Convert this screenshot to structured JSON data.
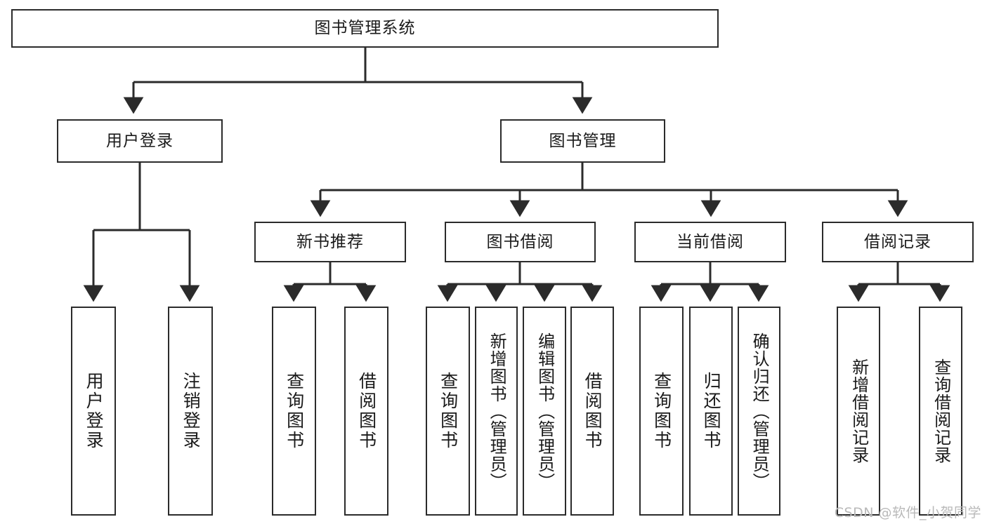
{
  "diagram": {
    "title": "图书管理系统",
    "type": "tree",
    "root": {
      "id": "root",
      "label": "图书管理系统"
    },
    "level2": [
      {
        "id": "user-login",
        "label": "用户登录"
      },
      {
        "id": "book-manage",
        "label": "图书管理"
      }
    ],
    "level3": [
      {
        "id": "new-book-recommend",
        "label": "新书推荐",
        "parent": "book-manage"
      },
      {
        "id": "book-borrow",
        "label": "图书借阅",
        "parent": "book-manage"
      },
      {
        "id": "current-borrow",
        "label": "当前借阅",
        "parent": "book-manage"
      },
      {
        "id": "borrow-record",
        "label": "借阅记录",
        "parent": "book-manage"
      }
    ],
    "leaves": [
      {
        "id": "leaf-user-login",
        "label": "用户登录",
        "parent": "user-login"
      },
      {
        "id": "leaf-user-logout",
        "label": "注销登录",
        "parent": "user-login"
      },
      {
        "id": "leaf-query-book-1",
        "label": "查询图书",
        "parent": "new-book-recommend"
      },
      {
        "id": "leaf-borrow-book-1",
        "label": "借阅图书",
        "parent": "new-book-recommend"
      },
      {
        "id": "leaf-query-book-2",
        "label": "查询图书",
        "parent": "book-borrow"
      },
      {
        "id": "leaf-add-book",
        "label": "新增图书（管理员）",
        "parent": "book-borrow"
      },
      {
        "id": "leaf-edit-book",
        "label": "编辑图书（管理员）",
        "parent": "book-borrow"
      },
      {
        "id": "leaf-borrow-book-2",
        "label": "借阅图书",
        "parent": "book-borrow"
      },
      {
        "id": "leaf-query-book-3",
        "label": "查询图书",
        "parent": "current-borrow"
      },
      {
        "id": "leaf-return-book",
        "label": "归还图书",
        "parent": "current-borrow"
      },
      {
        "id": "leaf-confirm-return",
        "label": "确认归还（管理员）",
        "parent": "current-borrow"
      },
      {
        "id": "leaf-add-record",
        "label": "新增借阅记录",
        "parent": "borrow-record"
      },
      {
        "id": "leaf-query-record",
        "label": "查询借阅记录",
        "parent": "borrow-record"
      }
    ]
  },
  "watermark": {
    "text": "CSDN @软件_小贺同学"
  },
  "colors": {
    "stroke": "#2b2b2b",
    "box_fill": "#ffffff",
    "text": "#1a1a1a",
    "watermark": "#b9b9b9",
    "background": "#ffffff"
  }
}
